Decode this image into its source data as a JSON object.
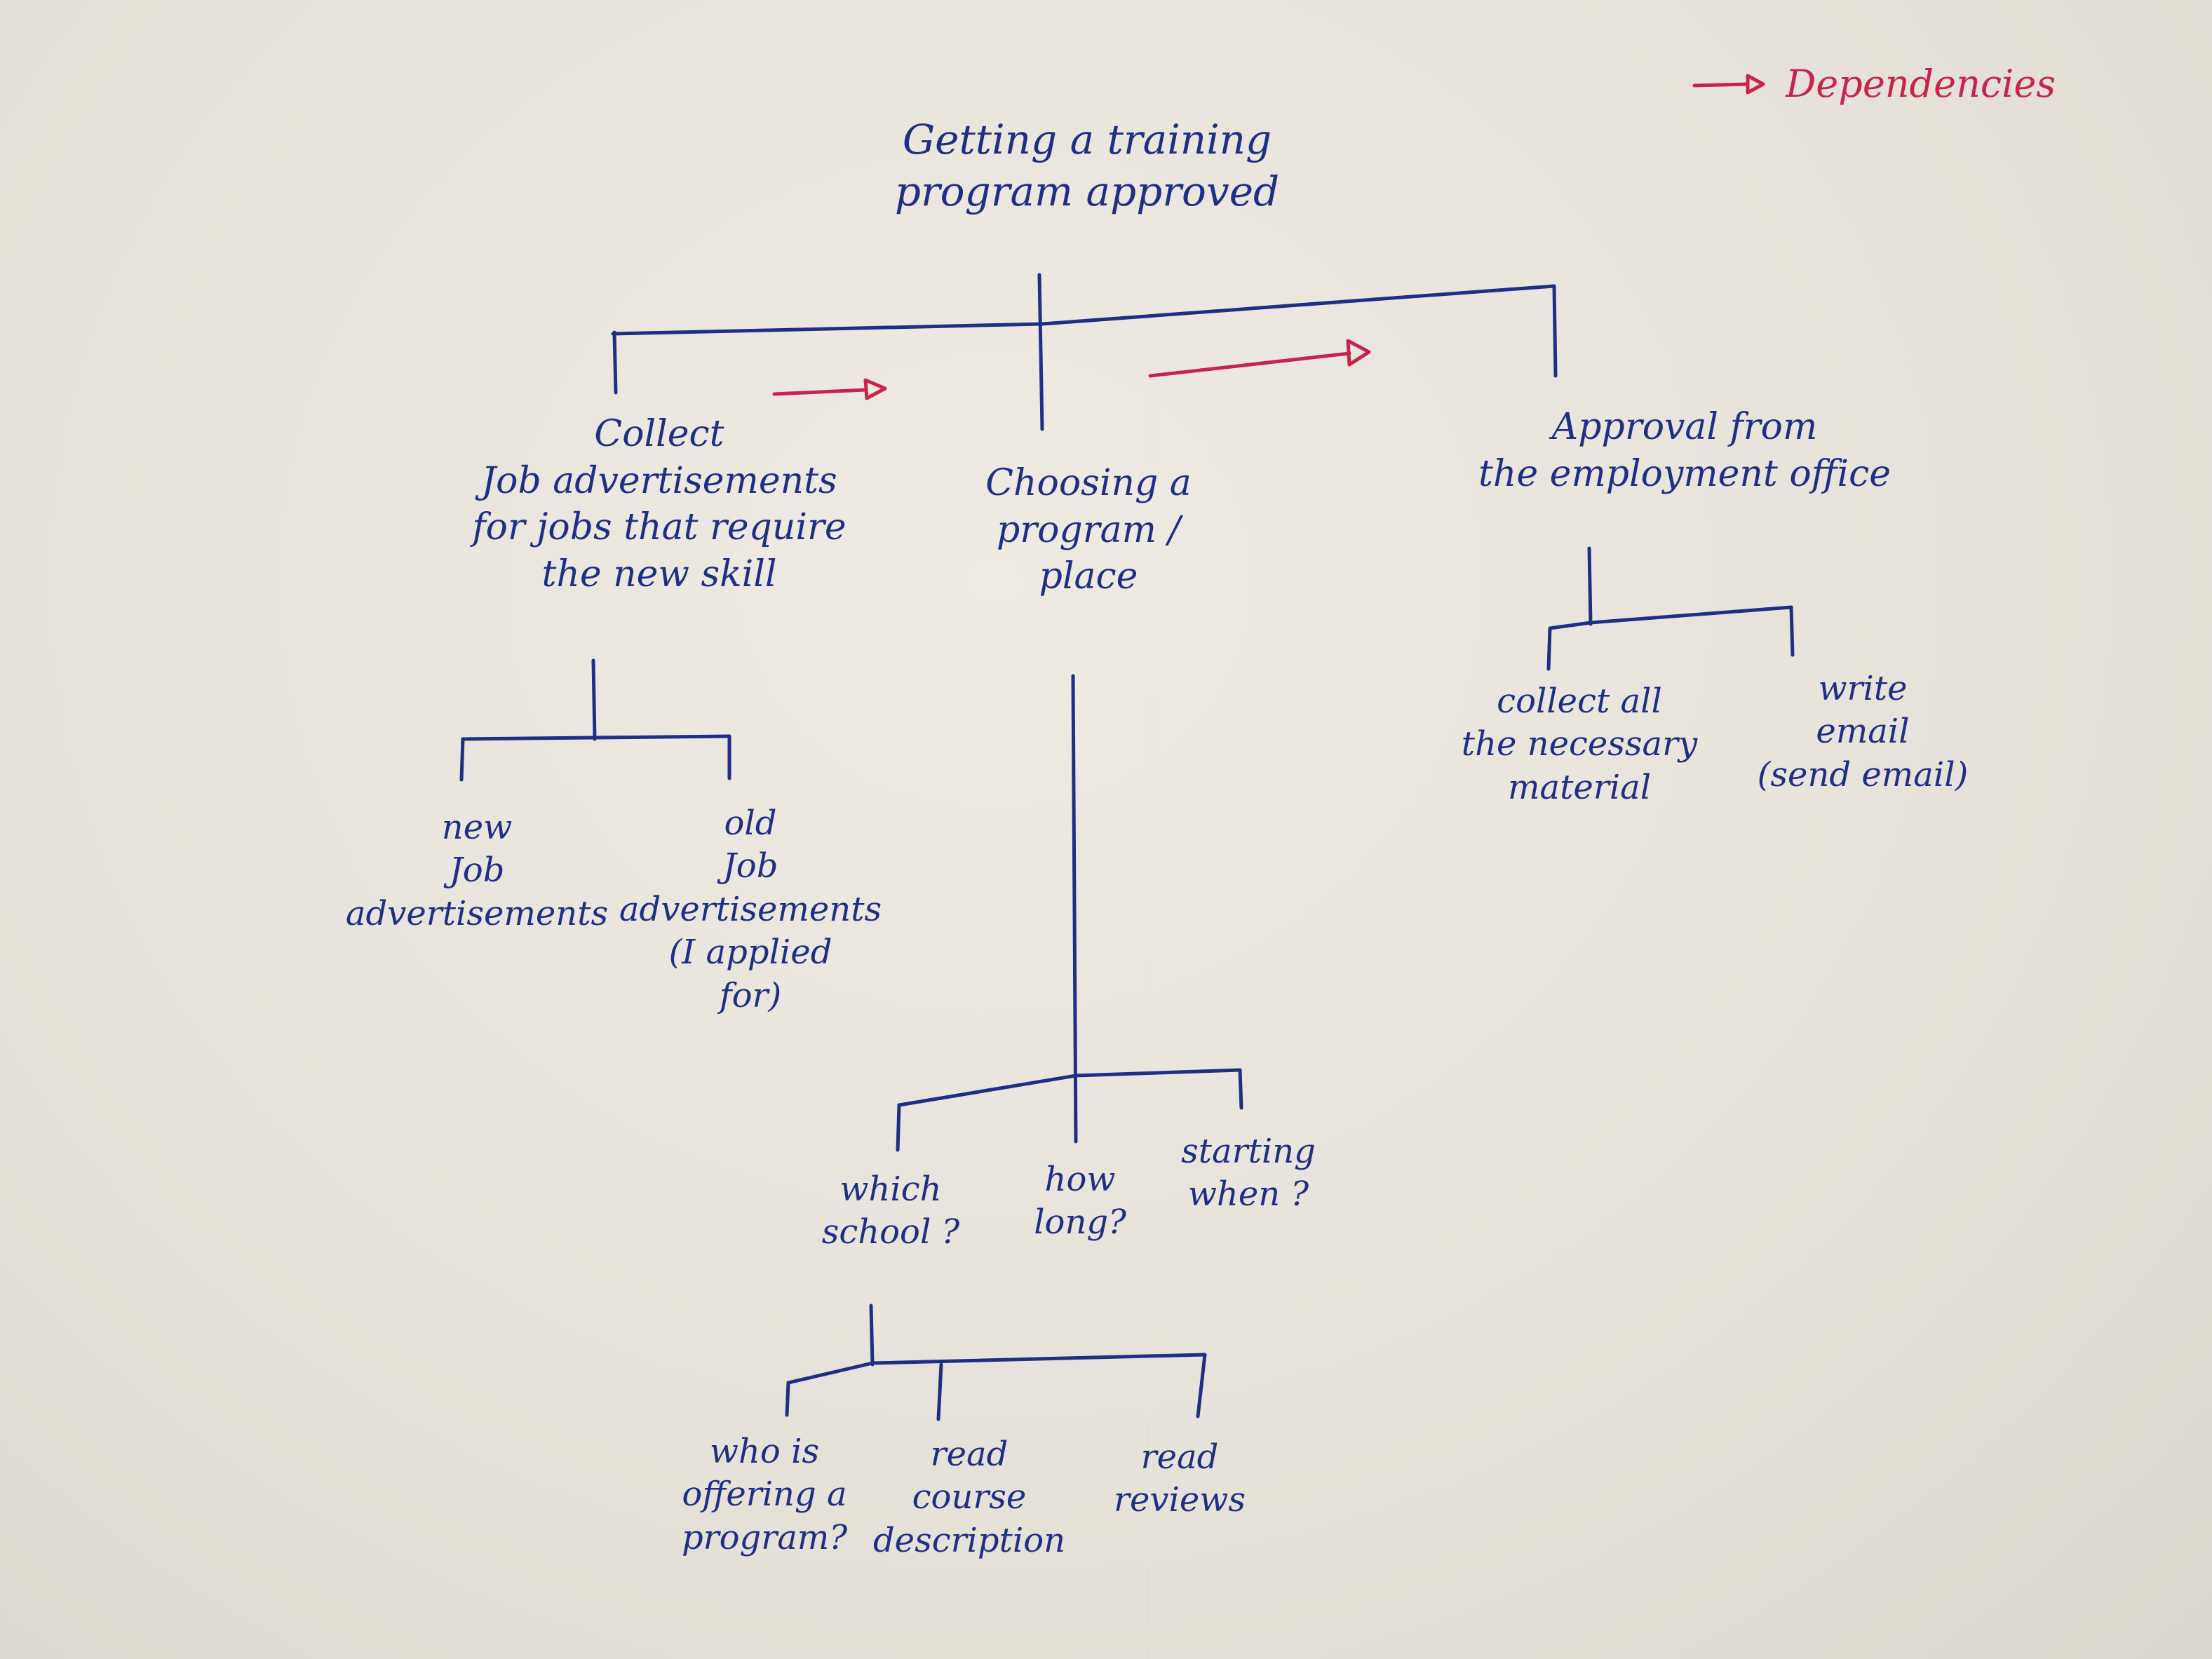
{
  "legend": {
    "label": "Dependencies",
    "color": "#c8234f"
  },
  "ink_color": "#1f2f86",
  "root": "Getting a training\nprogram approved",
  "branches": {
    "collect": "Collect\nJob advertisements\nfor jobs that require\nthe new skill",
    "choosing": "Choosing a\nprogram /\nplace",
    "approval": "Approval from\nthe employment office"
  },
  "collect_children": {
    "new_ads": "new\nJob\nadvertisements",
    "old_ads": "old\nJob\nadvertisements\n(I applied\nfor)"
  },
  "choosing_children": {
    "which_school": "which\nschool ?",
    "how_long": "how\nlong?",
    "starting_when": "starting\nwhen ?"
  },
  "school_children": {
    "who_offering": "who is\noffering a\nprogram?",
    "course_description": "read\ncourse\ndescription",
    "reviews": "read\nreviews"
  },
  "approval_children": {
    "collect_material": "collect all\nthe necessary\nmaterial",
    "write_email": "write\nemail\n(send email)"
  }
}
